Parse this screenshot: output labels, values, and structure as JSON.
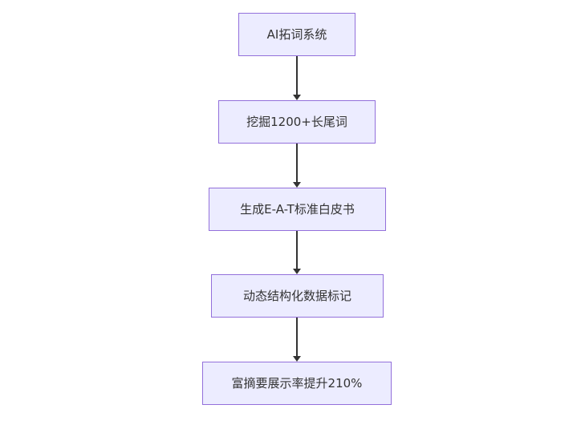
{
  "diagram": {
    "type": "flowchart-top-down",
    "nodes": [
      {
        "label": "AI拓词系统"
      },
      {
        "label": "挖掘1200+长尾词"
      },
      {
        "label": "生成E-A-T标准白皮书"
      },
      {
        "label": "动态结构化数据标记"
      },
      {
        "label": "富摘要展示率提升210%"
      }
    ],
    "colors": {
      "node_fill": "#ECECFF",
      "node_border": "#9370DB",
      "arrow": "#333333",
      "text": "#333333",
      "background": "#ffffff"
    }
  }
}
